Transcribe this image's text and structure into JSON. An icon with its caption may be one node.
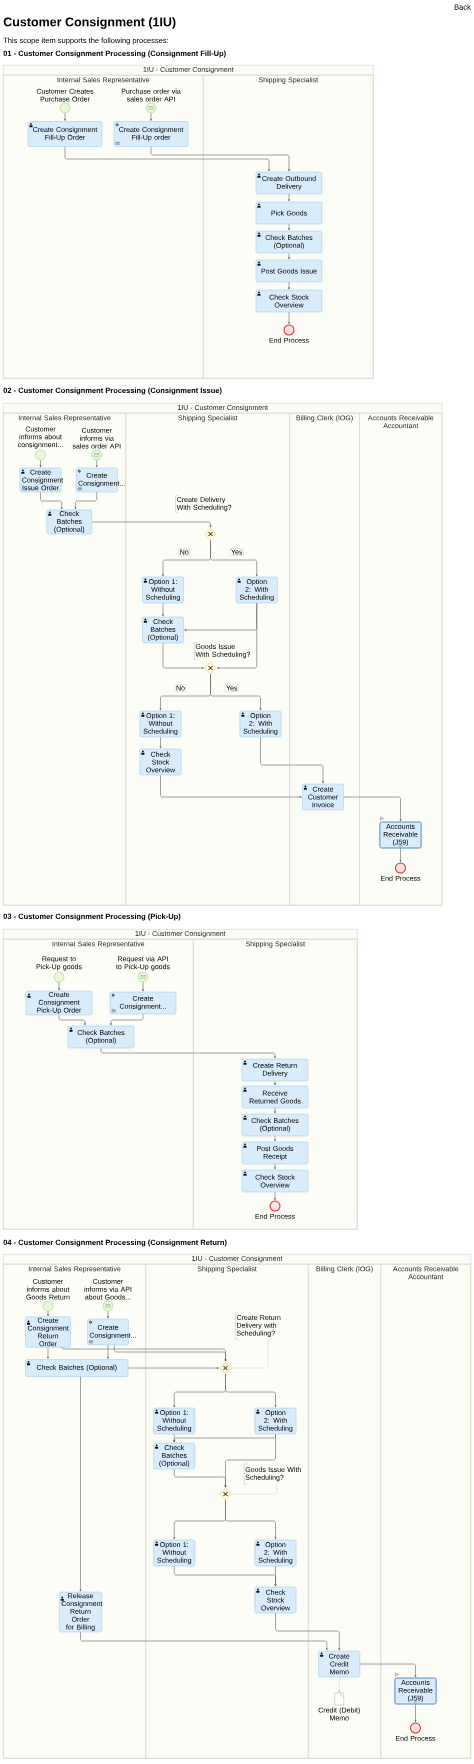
{
  "diagram": {
    "title": "Customer Consignment (1IU)",
    "nodes": [
      {
        "text": [
          "1IU - Customer Consignment"
        ]
      },
      {
        "text": [
          "Internal Sales Representative"
        ],
        "in": 0
      },
      {
        "text": [
          "Customer Creates Purchase Order"
        ],
        "in": 1
      },
      {
        "text": [
          "Purchase order via sales order API"
        ],
        "in": 1
      },
      {
        "text": [
          "Create Consignment Fill-Up Order"
        ],
        "in": 1
      },
      {
        "text": [
          "Create Consignment Fill-Up order"
        ],
        "in": 1
      },
      {
        "text": [
          "Shipping Specialist"
        ],
        "in": 0
      },
      {
        "text": [
          "Create Outbound Delivery"
        ],
        "in": 6
      },
      {
        "text": [
          "Pick Goods"
        ],
        "in": 6
      },
      {
        "text": [
          "Check Batches (Optional)"
        ],
        "in": 6
      },
      {
        "text": [
          "Post Goods Issue"
        ],
        "in": 6
      },
      {
        "text": [
          "Check Stock Overview"
        ],
        "in": 6
      },
      {
        "text": [
          "End Process"
        ],
        "in": 6
      },
      {
        "text": [
          "1IU - Customer Consignment"
        ]
      },
      {
        "text": [
          "Internal Sales Representative"
        ],
        "in": 13
      },
      {
        "text": [
          "Customer informs about consignment..."
        ],
        "in": 14
      },
      {
        "text": [
          "Customer informs via sales order API"
        ],
        "in": 14
      },
      {
        "text": [
          "Create Consignment Issue Order"
        ],
        "in": 14
      },
      {
        "text": [
          "Create Consignment..."
        ],
        "in": 14
      },
      {
        "text": [
          "Check Batches (Optional)"
        ],
        "in": 14
      },
      {
        "text": [
          "Shipping Specialist"
        ],
        "in": 13
      },
      {
        "text": [],
        "shape": "diamond",
        "in": 20
      },
      {
        "text": [
          "Option 1: Without Scheduling"
        ],
        "in": 20
      },
      {
        "text": [
          "Option 2: With Scheduling"
        ],
        "in": 20
      },
      {
        "text": [
          "Check Batches (Optional)"
        ],
        "in": 20
      },
      {
        "text": [],
        "shape": "diamond",
        "in": 20
      },
      {
        "text": [
          "Option 1: Without Scheduling"
        ],
        "in": 20
      },
      {
        "text": [
          "Option 2: With Scheduling"
        ],
        "in": 20
      },
      {
        "text": [
          "Check Stock Overview"
        ],
        "in": 20
      },
      {
        "text": [
          "Billing Clerk (IOG)"
        ],
        "in": 13
      },
      {
        "text": [
          "Create Customer Invoice"
        ],
        "in": 29
      },
      {
        "text": [
          "Accounts Receivable Accountant"
        ],
        "in": 13
      },
      {
        "text": [
          "Accounts Receivable (J59)"
        ],
        "in": 31
      },
      {
        "text": [
          "End Process"
        ],
        "in": 31
      },
      {
        "text": [
          "1IU - Customer Consignment"
        ]
      },
      {
        "text": [
          "Internal Sales Representative"
        ],
        "in": 34
      },
      {
        "text": [
          "Request to Pick-Up goods"
        ],
        "in": 35
      },
      {
        "text": [
          "Request via API to Pick-Up goods"
        ],
        "in": 35
      },
      {
        "text": [
          "Create Consignment Pick-Up Order"
        ],
        "in": 35
      },
      {
        "text": [
          "Create Consignment..."
        ],
        "in": 35
      },
      {
        "text": [
          "Check Batches (Optional)"
        ],
        "in": 35
      },
      {
        "text": [
          "Shipping Specialist"
        ],
        "in": 34
      },
      {
        "text": [
          "Create Return Delivery"
        ],
        "in": 41
      },
      {
        "text": [
          "Receive Returned Goods"
        ],
        "in": 41
      },
      {
        "text": [
          "Check Batches (Optional)"
        ],
        "in": 41
      },
      {
        "text": [
          "Post Goods Receipt"
        ],
        "in": 41
      },
      {
        "text": [
          "Check Stock Overview"
        ],
        "in": 41
      },
      {
        "text": [
          "End Process"
        ],
        "in": 41
      },
      {
        "text": [
          "1IU - Customer Consignment"
        ]
      },
      {
        "text": [
          "Internal Sales Representative"
        ],
        "in": 48
      },
      {
        "text": [
          "Customer informs about Goods Return"
        ],
        "in": 49
      },
      {
        "text": [
          "Customer informs via API about Goods..."
        ],
        "in": 49
      },
      {
        "text": [
          "Create Consignment Return Order"
        ],
        "in": 49
      },
      {
        "text": [
          "Create Consignment..."
        ],
        "in": 49
      },
      {
        "text": [
          "Check Batches (Optional)"
        ],
        "in": 49
      },
      {
        "text": [
          "Release Consignment Return Order for Billing"
        ],
        "in": 49
      },
      {
        "text": [
          "Shipping Specialist"
        ],
        "in": 48
      },
      {
        "text": [
          "Create Return Delivery with Scheduling?"
        ],
        "in": 56
      },
      {
        "text": [],
        "shape": "diamond",
        "in": 56
      },
      {
        "text": [
          "Option 1: Without Scheduling"
        ],
        "in": 56
      },
      {
        "text": [
          "Option 2: With Scheduling"
        ],
        "in": 56
      },
      {
        "text": [
          "Check Batches (Optional)"
        ],
        "in": 56
      },
      {
        "text": [
          "Goods Issue With Scheduling?"
        ],
        "in": 56
      },
      {
        "text": [],
        "shape": "diamond",
        "in": 56
      },
      {
        "text": [
          "Option 1: Without Scheduling"
        ],
        "in": 56
      },
      {
        "text": [
          "Option 2: With Scheduling"
        ],
        "in": 56
      },
      {
        "text": [
          "Check Stock Overview"
        ],
        "in": 56
      },
      {
        "text": [
          "Billing Clerk (IOG)"
        ],
        "in": 48
      },
      {
        "text": [
          "Create Credit Memo"
        ],
        "in": 67
      },
      {
        "text": [
          "Credit (Debit) Memo"
        ],
        "in": 67
      },
      {
        "text": [
          "Accounts Receivable Accountant"
        ],
        "in": 48
      },
      {
        "text": [
          "Accounts Receivable (J59)"
        ],
        "in": 70
      },
      {
        "text": [
          "End Process"
        ],
        "in": 70
      }
    ],
    "edges": [
      {
        "from": 2,
        "to": 4,
        "arrow": "to"
      },
      {
        "from": 3,
        "to": 5,
        "arrow": "to"
      },
      {
        "from": 4,
        "to": 7,
        "arrow": "to"
      },
      {
        "from": 5,
        "to": 7,
        "arrow": "to"
      },
      {
        "from": 7,
        "to": 8,
        "arrow": "to"
      },
      {
        "from": 8,
        "to": 9,
        "arrow": "to"
      },
      {
        "from": 9,
        "to": 10,
        "arrow": "to"
      },
      {
        "from": 10,
        "to": 11,
        "arrow": "to"
      },
      {
        "from": 11,
        "to": 12,
        "arrow": "to"
      },
      {
        "from": 15,
        "to": 17,
        "arrow": "to"
      },
      {
        "from": 16,
        "to": 18,
        "arrow": "to"
      },
      {
        "from": 17,
        "to": 19,
        "arrow": "to"
      },
      {
        "from": 18,
        "to": 19,
        "arrow": "to"
      },
      {
        "from": 19,
        "to": 21,
        "arrow": "to"
      },
      {
        "from": 21,
        "to": 22,
        "arrow": "to",
        "label": "No"
      },
      {
        "from": 21,
        "to": 23,
        "arrow": "to",
        "label": "Yes"
      },
      {
        "from": 22,
        "to": 24,
        "arrow": "to"
      },
      {
        "from": 23,
        "to": 24,
        "arrow": "to"
      },
      {
        "from": 24,
        "to": 25,
        "arrow": "to"
      },
      {
        "from": 23,
        "to": 25,
        "arrow": "to"
      },
      {
        "from": 25,
        "to": 26,
        "arrow": "to",
        "label": "No"
      },
      {
        "from": 25,
        "to": 27,
        "arrow": "to",
        "label": "Yes"
      },
      {
        "from": 26,
        "to": 28,
        "arrow": "to"
      },
      {
        "from": 28,
        "to": 30,
        "arrow": "to"
      },
      {
        "from": 27,
        "to": 30,
        "arrow": "to"
      },
      {
        "from": 30,
        "to": 32,
        "arrow": "to"
      },
      {
        "from": 32,
        "to": 33,
        "arrow": "to"
      },
      {
        "from": 36,
        "to": 38,
        "arrow": "to"
      },
      {
        "from": 37,
        "to": 39,
        "arrow": "to"
      },
      {
        "from": 38,
        "to": 40,
        "arrow": "to"
      },
      {
        "from": 39,
        "to": 40,
        "arrow": "to"
      },
      {
        "from": 40,
        "to": 42,
        "arrow": "to"
      },
      {
        "from": 42,
        "to": 43,
        "arrow": "to"
      },
      {
        "from": 43,
        "to": 44,
        "arrow": "to"
      },
      {
        "from": 44,
        "to": 45,
        "arrow": "to"
      },
      {
        "from": 45,
        "to": 46,
        "arrow": "to"
      },
      {
        "from": 46,
        "to": 47,
        "arrow": "to"
      },
      {
        "from": 50,
        "to": 52,
        "arrow": "to"
      },
      {
        "from": 51,
        "to": 53,
        "arrow": "to"
      },
      {
        "from": 52,
        "to": 54,
        "arrow": "to"
      },
      {
        "from": 53,
        "to": 54,
        "arrow": "to"
      },
      {
        "from": 52,
        "to": 58,
        "arrow": "to"
      },
      {
        "from": 53,
        "to": 58,
        "arrow": "to"
      },
      {
        "from": 54,
        "to": 58,
        "arrow": "to"
      },
      {
        "from": 54,
        "to": 55,
        "arrow": "to"
      },
      {
        "from": 57,
        "to": 58,
        "arrow": "none",
        "style": "dashed",
        "color": "#aaaaaa"
      },
      {
        "from": 58,
        "to": 59,
        "arrow": "to"
      },
      {
        "from": 58,
        "to": 60,
        "arrow": "to"
      },
      {
        "from": 59,
        "to": 61,
        "arrow": "to"
      },
      {
        "from": 60,
        "to": 61,
        "arrow": "to"
      },
      {
        "from": 60,
        "to": 63,
        "arrow": "to"
      },
      {
        "from": 61,
        "to": 63,
        "arrow": "to"
      },
      {
        "from": 62,
        "to": 63,
        "arrow": "none",
        "style": "dashed",
        "color": "#aaaaaa"
      },
      {
        "from": 63,
        "to": 64,
        "arrow": "to"
      },
      {
        "from": 63,
        "to": 65,
        "arrow": "to"
      },
      {
        "from": 64,
        "to": 66,
        "arrow": "to"
      },
      {
        "from": 65,
        "to": 66,
        "arrow": "to"
      },
      {
        "from": 66,
        "to": 68,
        "arrow": "to"
      },
      {
        "from": 55,
        "to": 68,
        "arrow": "to"
      },
      {
        "from": 68,
        "to": 69,
        "arrow": "to",
        "style": "dashed",
        "color": "#aaaaaa"
      },
      {
        "from": 68,
        "to": 71,
        "arrow": "to"
      },
      {
        "from": 71,
        "to": 72,
        "arrow": "to"
      }
    ],
    "labels": [
      "Back",
      "This scope item supports the following processes:",
      "01 - Customer Consignment Processing (Consignment Fill-Up)",
      "02 - Customer Consignment Processing (Consignment Issue)",
      "Create Delivery With Scheduling?",
      "Goods Issue With Scheduling?",
      "03 - Customer Consignment Processing (Pick-Up)",
      "04 - Customer Consignment Processing (Consignment Return)"
    ]
  }
}
